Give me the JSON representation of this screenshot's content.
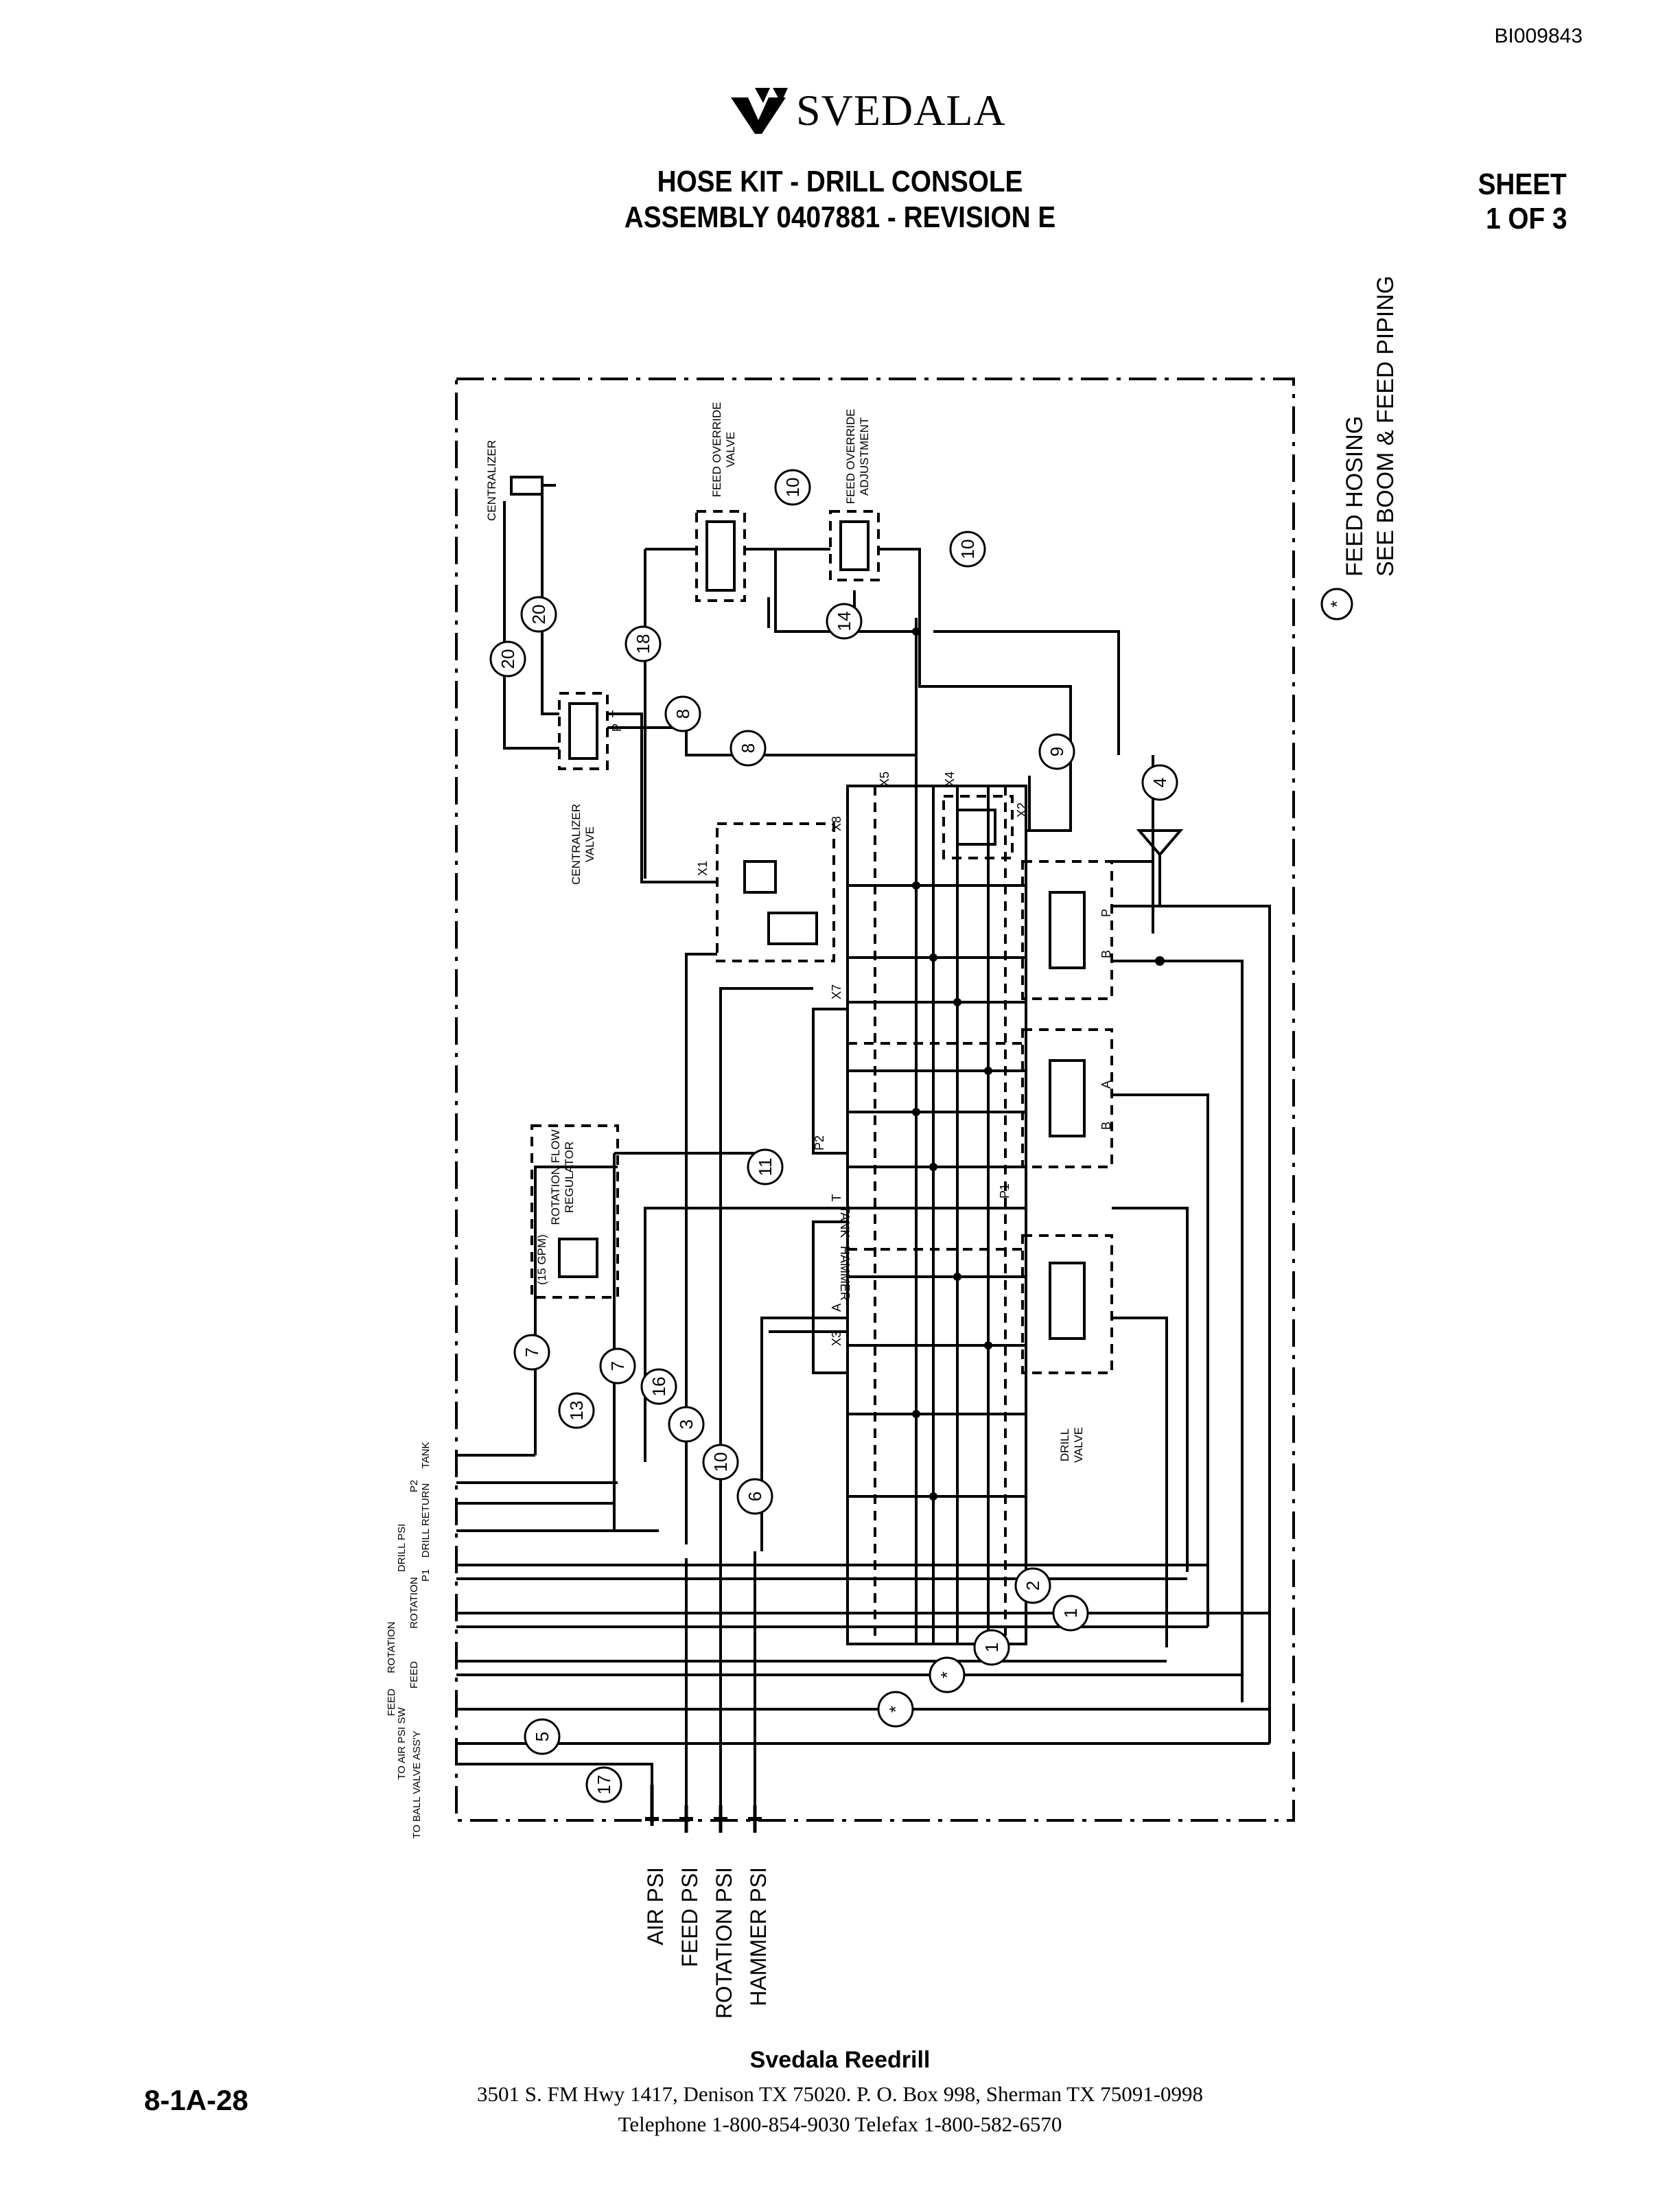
{
  "header": {
    "doc_id": "BI009843",
    "brand": "SVEDALA",
    "title_line1": "HOSE KIT - DRILL CONSOLE",
    "title_line2": "ASSEMBLY 0407881 - REVISION E",
    "sheet_line1": "SHEET",
    "sheet_line2": "1 OF 3"
  },
  "diagram": {
    "side_note_line1": "FEED HOSING",
    "side_note_line2": "SEE BOOM & FEED PIPING",
    "side_note_marker": "*",
    "components": {
      "centralizer": "CENTRALIZER",
      "centralizer_valve_1": "CENTRALIZER",
      "centralizer_valve_2": "VALVE",
      "feed_override_valve_1": "FEED OVERRIDE",
      "feed_override_valve_2": "VALVE",
      "feed_override_adj_1": "FEED OVERRIDE",
      "feed_override_adj_2": "ADJUSTMENT",
      "rotation_flow_1": "ROTATION FLOW",
      "rotation_flow_2": "REGULATOR",
      "rotation_flow_gpm": "(15 GPM)",
      "drill_valve_1": "DRILL",
      "drill_valve_2": "VALVE"
    },
    "ports": [
      "X1",
      "X8",
      "X5",
      "X4",
      "X2",
      "X7",
      "P2",
      "P1",
      "T",
      "TANK",
      "HAMMER",
      "A",
      "X3",
      "B",
      "P",
      "A",
      "B",
      "T",
      "P"
    ],
    "left_labels": [
      "TANK",
      "P2",
      "DRILL RETURN",
      "DRILL PSI",
      "P1",
      "ROTATION",
      "ROTATION",
      "FEED",
      "FEED",
      "TO AIR PSI SW",
      "TO BALL VALVE ASS'Y"
    ],
    "bottom_labels": [
      "AIR PSI",
      "FEED PSI",
      "ROTATION PSI",
      "HAMMER PSI"
    ],
    "hose_numbers": [
      "20",
      "20",
      "18",
      "10",
      "14",
      "10",
      "8",
      "8",
      "9",
      "4",
      "11",
      "7",
      "13",
      "7",
      "16",
      "3",
      "10",
      "6",
      "2",
      "1",
      "1",
      "*",
      "*",
      "5",
      "17"
    ]
  },
  "footer": {
    "company": "Svedala Reedrill",
    "address": "3501 S. FM Hwy 1417, Denison TX  75020.    P. O. Box 998, Sherman TX  75091-0998",
    "phone": "Telephone 1-800-854-9030 Telefax 1-800-582-6570",
    "page_number": "8-1A-28"
  }
}
